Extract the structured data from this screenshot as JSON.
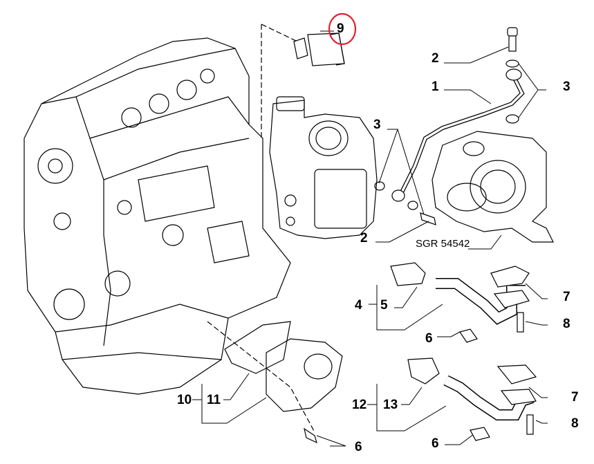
{
  "diagram": {
    "highlight_color": "#e0202a",
    "reference_code": "SGR 54542",
    "callouts": {
      "p9": "9",
      "p2a": "2",
      "p1": "1",
      "p3a": "3",
      "p3b": "3",
      "p2b": "2",
      "p7a": "7",
      "p4": "4",
      "p5": "5",
      "p8a": "8",
      "p6a": "6",
      "p10": "10",
      "p11": "11",
      "p12": "12",
      "p13": "13",
      "p7b": "7",
      "p8b": "8",
      "p6b": "6",
      "p6c": "6"
    }
  }
}
